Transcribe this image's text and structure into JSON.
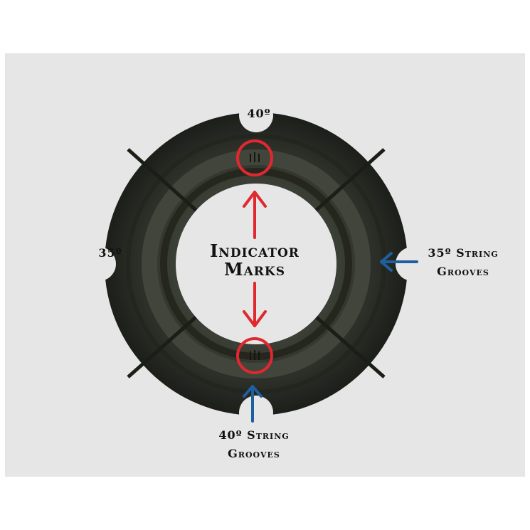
{
  "labels": {
    "top_angle": "40º",
    "left_angle": "35º",
    "indicator_line1": "Indicator",
    "indicator_line2": "Marks",
    "right_line1": "35º String",
    "right_line2": "Grooves",
    "bottom_line1": "40º String",
    "bottom_line2": "Grooves"
  },
  "colors": {
    "background_panel": "#e6e6e6",
    "ring_body": "#2b2e27",
    "indicator_circle": "#e0282e",
    "indicator_arrow": "#e0282e",
    "groove_arrow": "#1f5f9e",
    "label_text": "#111111"
  },
  "icons": {
    "indicator_circle": "circle-outline",
    "groove_pointer": "arrow"
  }
}
